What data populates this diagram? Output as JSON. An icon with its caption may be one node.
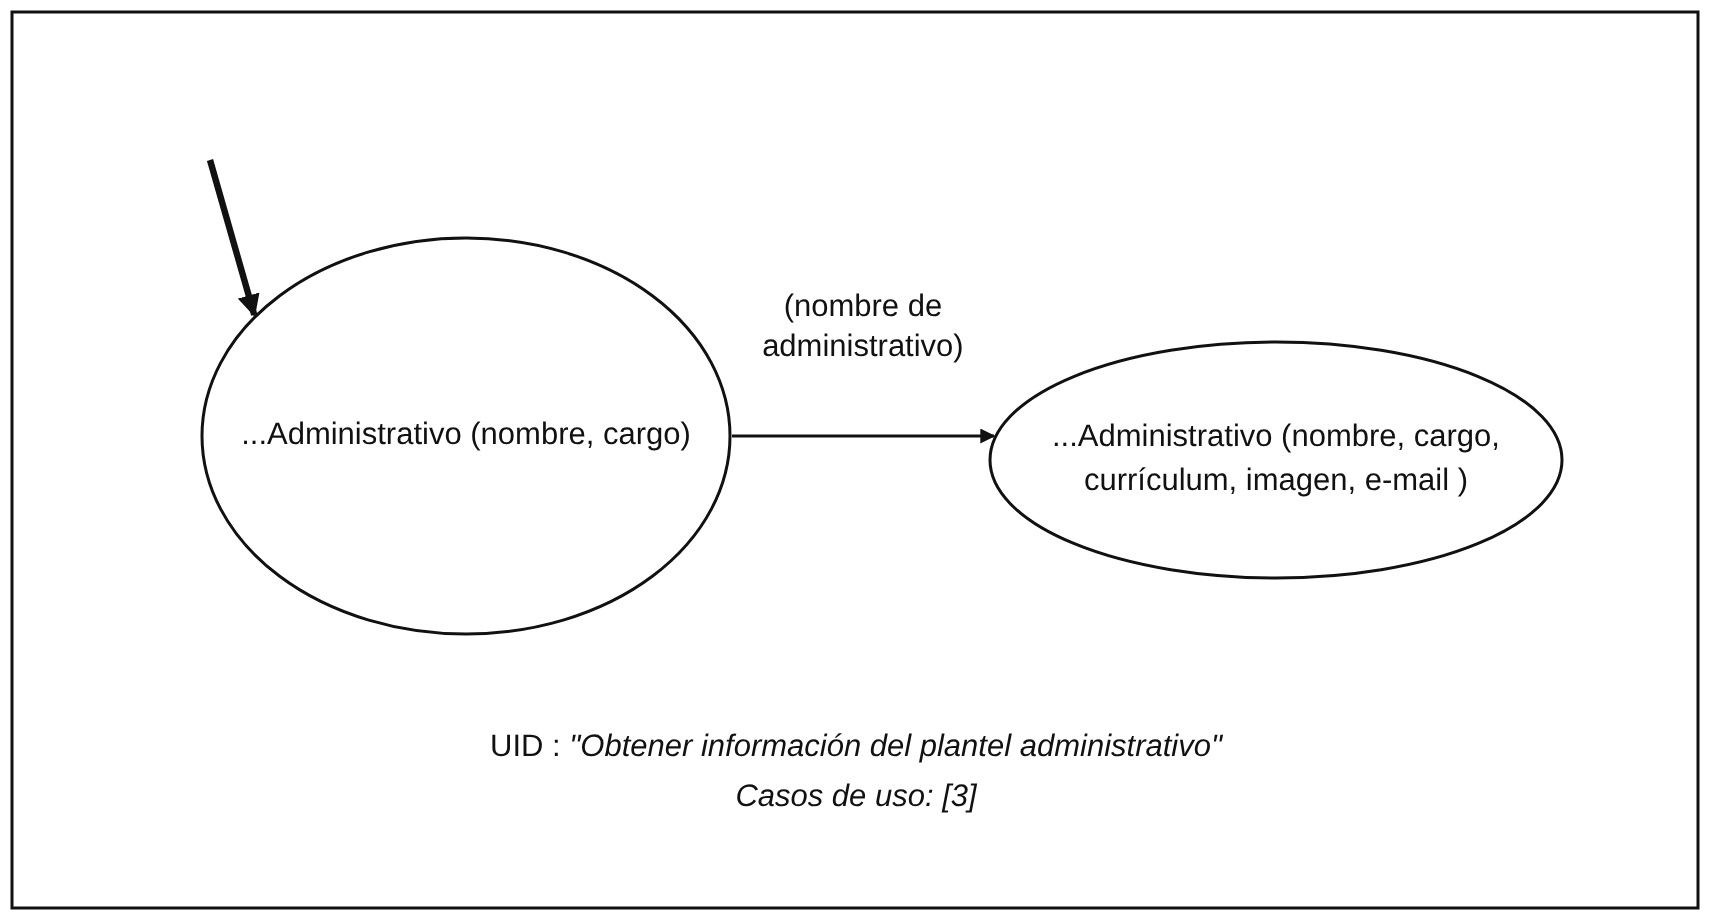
{
  "diagram": {
    "nodes": [
      {
        "text": [
          "...Administrativo (nombre, cargo)"
        ]
      },
      {
        "text": [
          "...Administrativo (nombre, cargo, currículum, imagen, e-mail )"
        ]
      }
    ],
    "edges": [
      {
        "from": null,
        "to": 0,
        "arrow": "to",
        "style": "thick"
      },
      {
        "from": 0,
        "to": 1,
        "arrow": "to",
        "label": "(nombre de administrativo)"
      }
    ],
    "labels": [
      "UID :  *\"Obtener información del plantel administrativo\"*",
      "Casos de uso: [3]"
    ]
  }
}
